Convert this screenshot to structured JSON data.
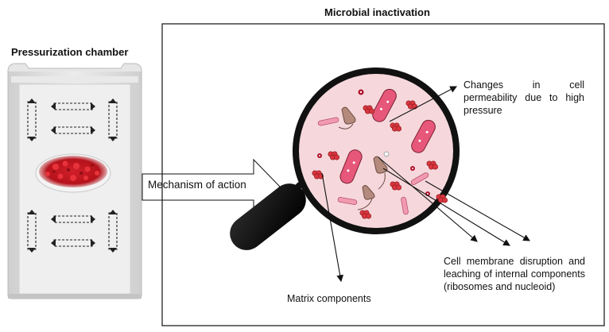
{
  "left_panel": {
    "title": "Pressurization chamber"
  },
  "right_panel": {
    "title": "Microbial inactivation"
  },
  "arrow_label": "Mechanism of action",
  "annotations": {
    "permeability": "Changes in cell permeability due to high pressure",
    "membrane": "Cell membrane disruption and leaching of internal components (ribosomes and nucleoid)",
    "matrix": "Matrix components"
  },
  "colors": {
    "lens_fill": "#f6d8dc",
    "bacteria_pink": "#e6577a",
    "bacteria_brown": "#b38a7c",
    "matrix_red": "#d9363e",
    "chamber_gray": "#dcdcdc"
  }
}
